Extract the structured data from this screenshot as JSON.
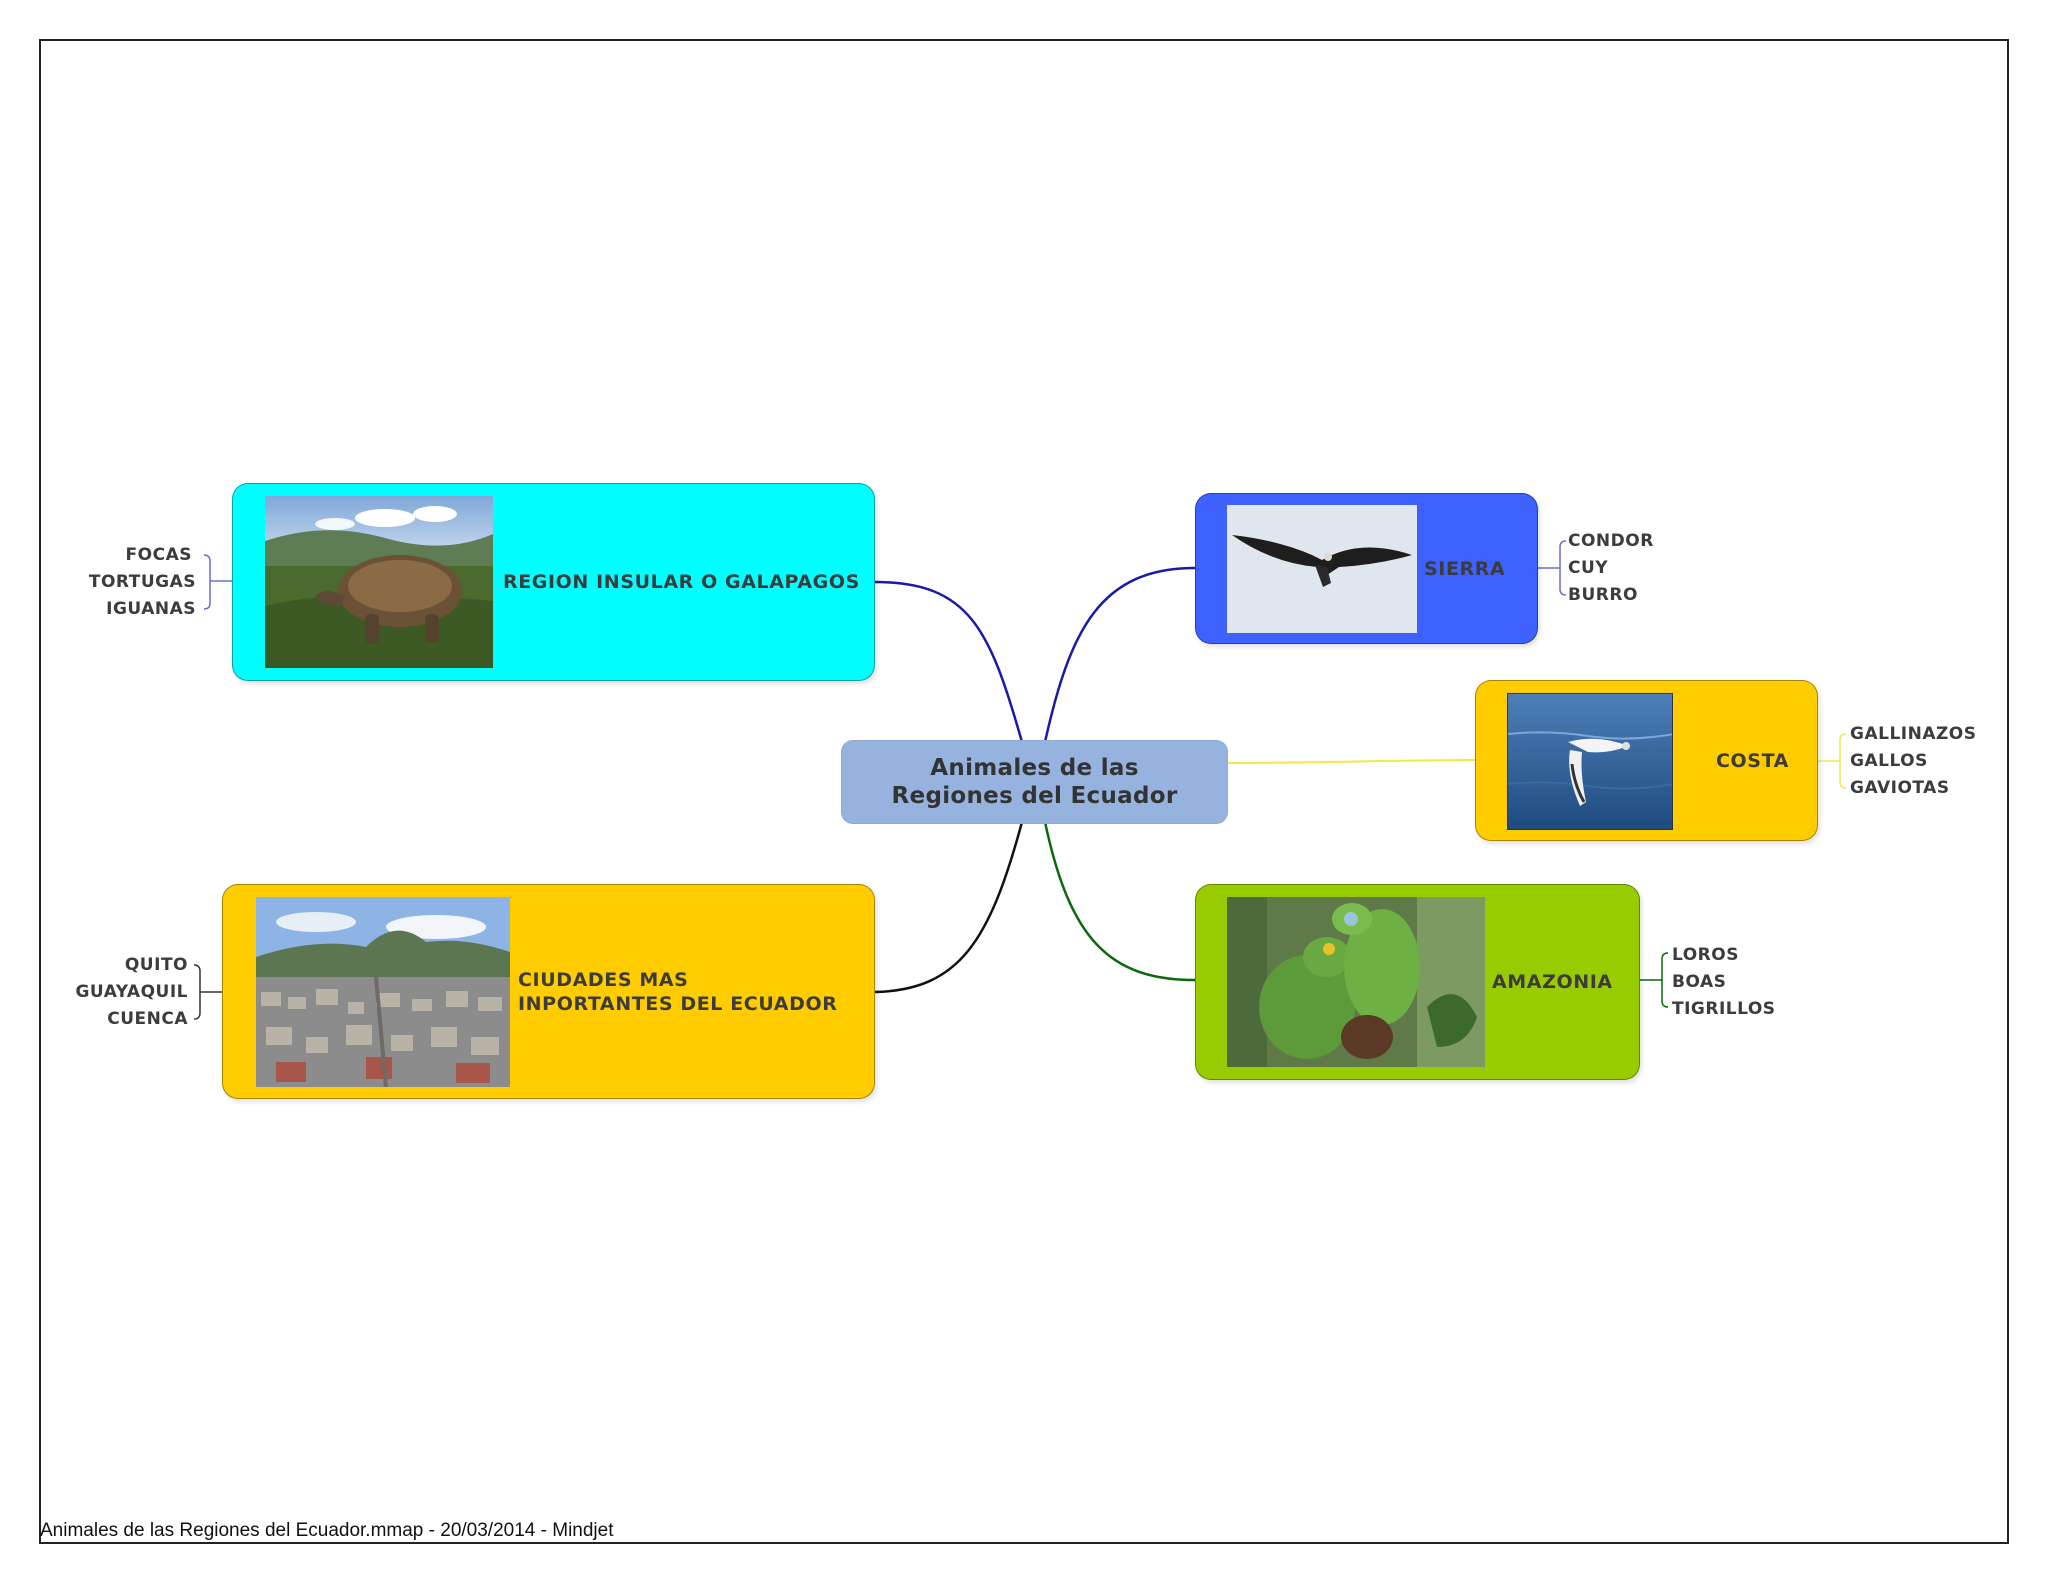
{
  "central_topic": "Animales de las Regiones del Ecuador",
  "branches": {
    "galapagos": {
      "label": "REGION INSULAR O GALAPAGOS",
      "color": "#00ffff",
      "line_color": "#1a1aa8",
      "children": [
        "FOCAS",
        "TORTUGAS",
        "IGUANAS"
      ],
      "image": "tortoise-photo"
    },
    "sierra": {
      "label": "SIERRA",
      "color": "#3d62ff",
      "line_color": "#1a1aa8",
      "children": [
        "CONDOR",
        "CUY",
        "BURRO"
      ],
      "image": "condor-photo"
    },
    "costa": {
      "label": "COSTA",
      "color": "#ffcc00",
      "line_color": "#f2e84a",
      "children": [
        "GALLINAZOS",
        "GALLOS",
        "GAVIOTAS"
      ],
      "image": "seagull-photo"
    },
    "ciudades": {
      "label": "CIUDADES MAS INPORTANTES DEL ECUADOR",
      "color": "#ffcc00",
      "line_color": "#111111",
      "children": [
        "QUITO",
        "GUAYAQUIL",
        "CUENCA"
      ],
      "image": "city-photo"
    },
    "amazonia": {
      "label": "AMAZONIA",
      "color": "#99cc00",
      "line_color": "#0a6a0a",
      "children": [
        "LOROS",
        "BOAS",
        "TIGRILLOS"
      ],
      "image": "parrots-photo"
    }
  },
  "footer": "Animales de las Regiones del Ecuador.mmap - 20/03/2014 - Mindjet"
}
